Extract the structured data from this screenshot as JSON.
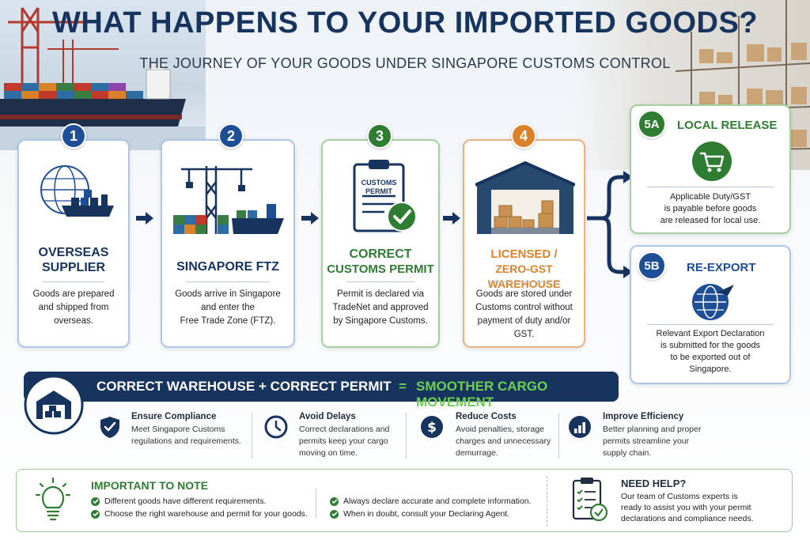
{
  "title": "WHAT HAPPENS TO YOUR IMPORTED GOODS?",
  "subtitle": "THE JOURNEY OF YOUR GOODS UNDER SINGAPORE CUSTOMS CONTROL",
  "colors": {
    "navy": "#16345e",
    "green": "#2e7d32",
    "orange": "#d9822b",
    "blue": "#1e4f96"
  },
  "steps": [
    {
      "number": "1",
      "title_line1": "OVERSEAS",
      "title_line2": "SUPPLIER",
      "desc": [
        "Goods are prepared",
        "and shipped from",
        "overseas."
      ],
      "icon": "globe-ship-icon"
    },
    {
      "number": "2",
      "title_line1": "SINGAPORE FTZ",
      "desc": [
        "Goods arrive in Singapore",
        "and enter the",
        "Free Trade Zone (FTZ)."
      ],
      "icon": "port-crane-ship-icon"
    },
    {
      "number": "3",
      "title_line1": "CORRECT",
      "title_line2": "CUSTOMS PERMIT",
      "permit_label_1": "CUSTOMS",
      "permit_label_2": "PERMIT",
      "desc": [
        "Permit is declared via",
        "TradeNet and approved",
        "by Singapore Customs."
      ],
      "icon": "permit-document-icon"
    },
    {
      "number": "4",
      "title_line1": "LICENSED /",
      "title_line2": "ZERO-GST WAREHOUSE",
      "desc": [
        "Goods are stored under",
        "Customs control without",
        "payment of duty and/or GST."
      ],
      "icon": "warehouse-icon"
    }
  ],
  "outcomes": [
    {
      "number": "5A",
      "title": "LOCAL RELEASE",
      "desc": [
        "Applicable Duty/GST",
        "is payable before goods",
        "are released for local use."
      ],
      "icon": "shopping-cart-icon"
    },
    {
      "number": "5B",
      "title": "RE-EXPORT",
      "desc": [
        "Relevant Export Declaration",
        "is submitted for the goods",
        "to be exported out of",
        "Singapore."
      ],
      "icon": "globe-plane-icon"
    }
  ],
  "banner": {
    "left": "CORRECT WAREHOUSE + CORRECT PERMIT",
    "eq": "=",
    "right": "SMOOTHER CARGO MOVEMENT"
  },
  "benefits": [
    {
      "title": "Ensure Compliance",
      "desc": [
        "Meet Singapore Customs",
        "regulations and requirements."
      ],
      "icon": "shield-check-icon"
    },
    {
      "title": "Avoid Delays",
      "desc": [
        "Correct declarations and",
        "permits keep your cargo",
        "moving on time."
      ],
      "icon": "clock-icon"
    },
    {
      "title": "Reduce Costs",
      "desc": [
        "Avoid penalties, storage",
        "charges and unnecessary",
        "demurrage."
      ],
      "icon": "dollar-icon"
    },
    {
      "title": "Improve Efficiency",
      "desc": [
        "Better planning and proper",
        "permits streamline your",
        "supply chain."
      ],
      "icon": "bar-chart-icon"
    }
  ],
  "note": {
    "title": "IMPORTANT TO NOTE",
    "left_items": [
      "Different goods have different requirements.",
      "Choose the right warehouse and permit for your goods."
    ],
    "right_items": [
      "Always declare accurate and complete information.",
      "When in doubt, consult your Declaring Agent."
    ]
  },
  "help": {
    "title": "NEED HELP?",
    "desc": [
      "Our team of Customs experts is",
      "ready to assist you with your permit",
      "declarations and compliance needs."
    ]
  }
}
